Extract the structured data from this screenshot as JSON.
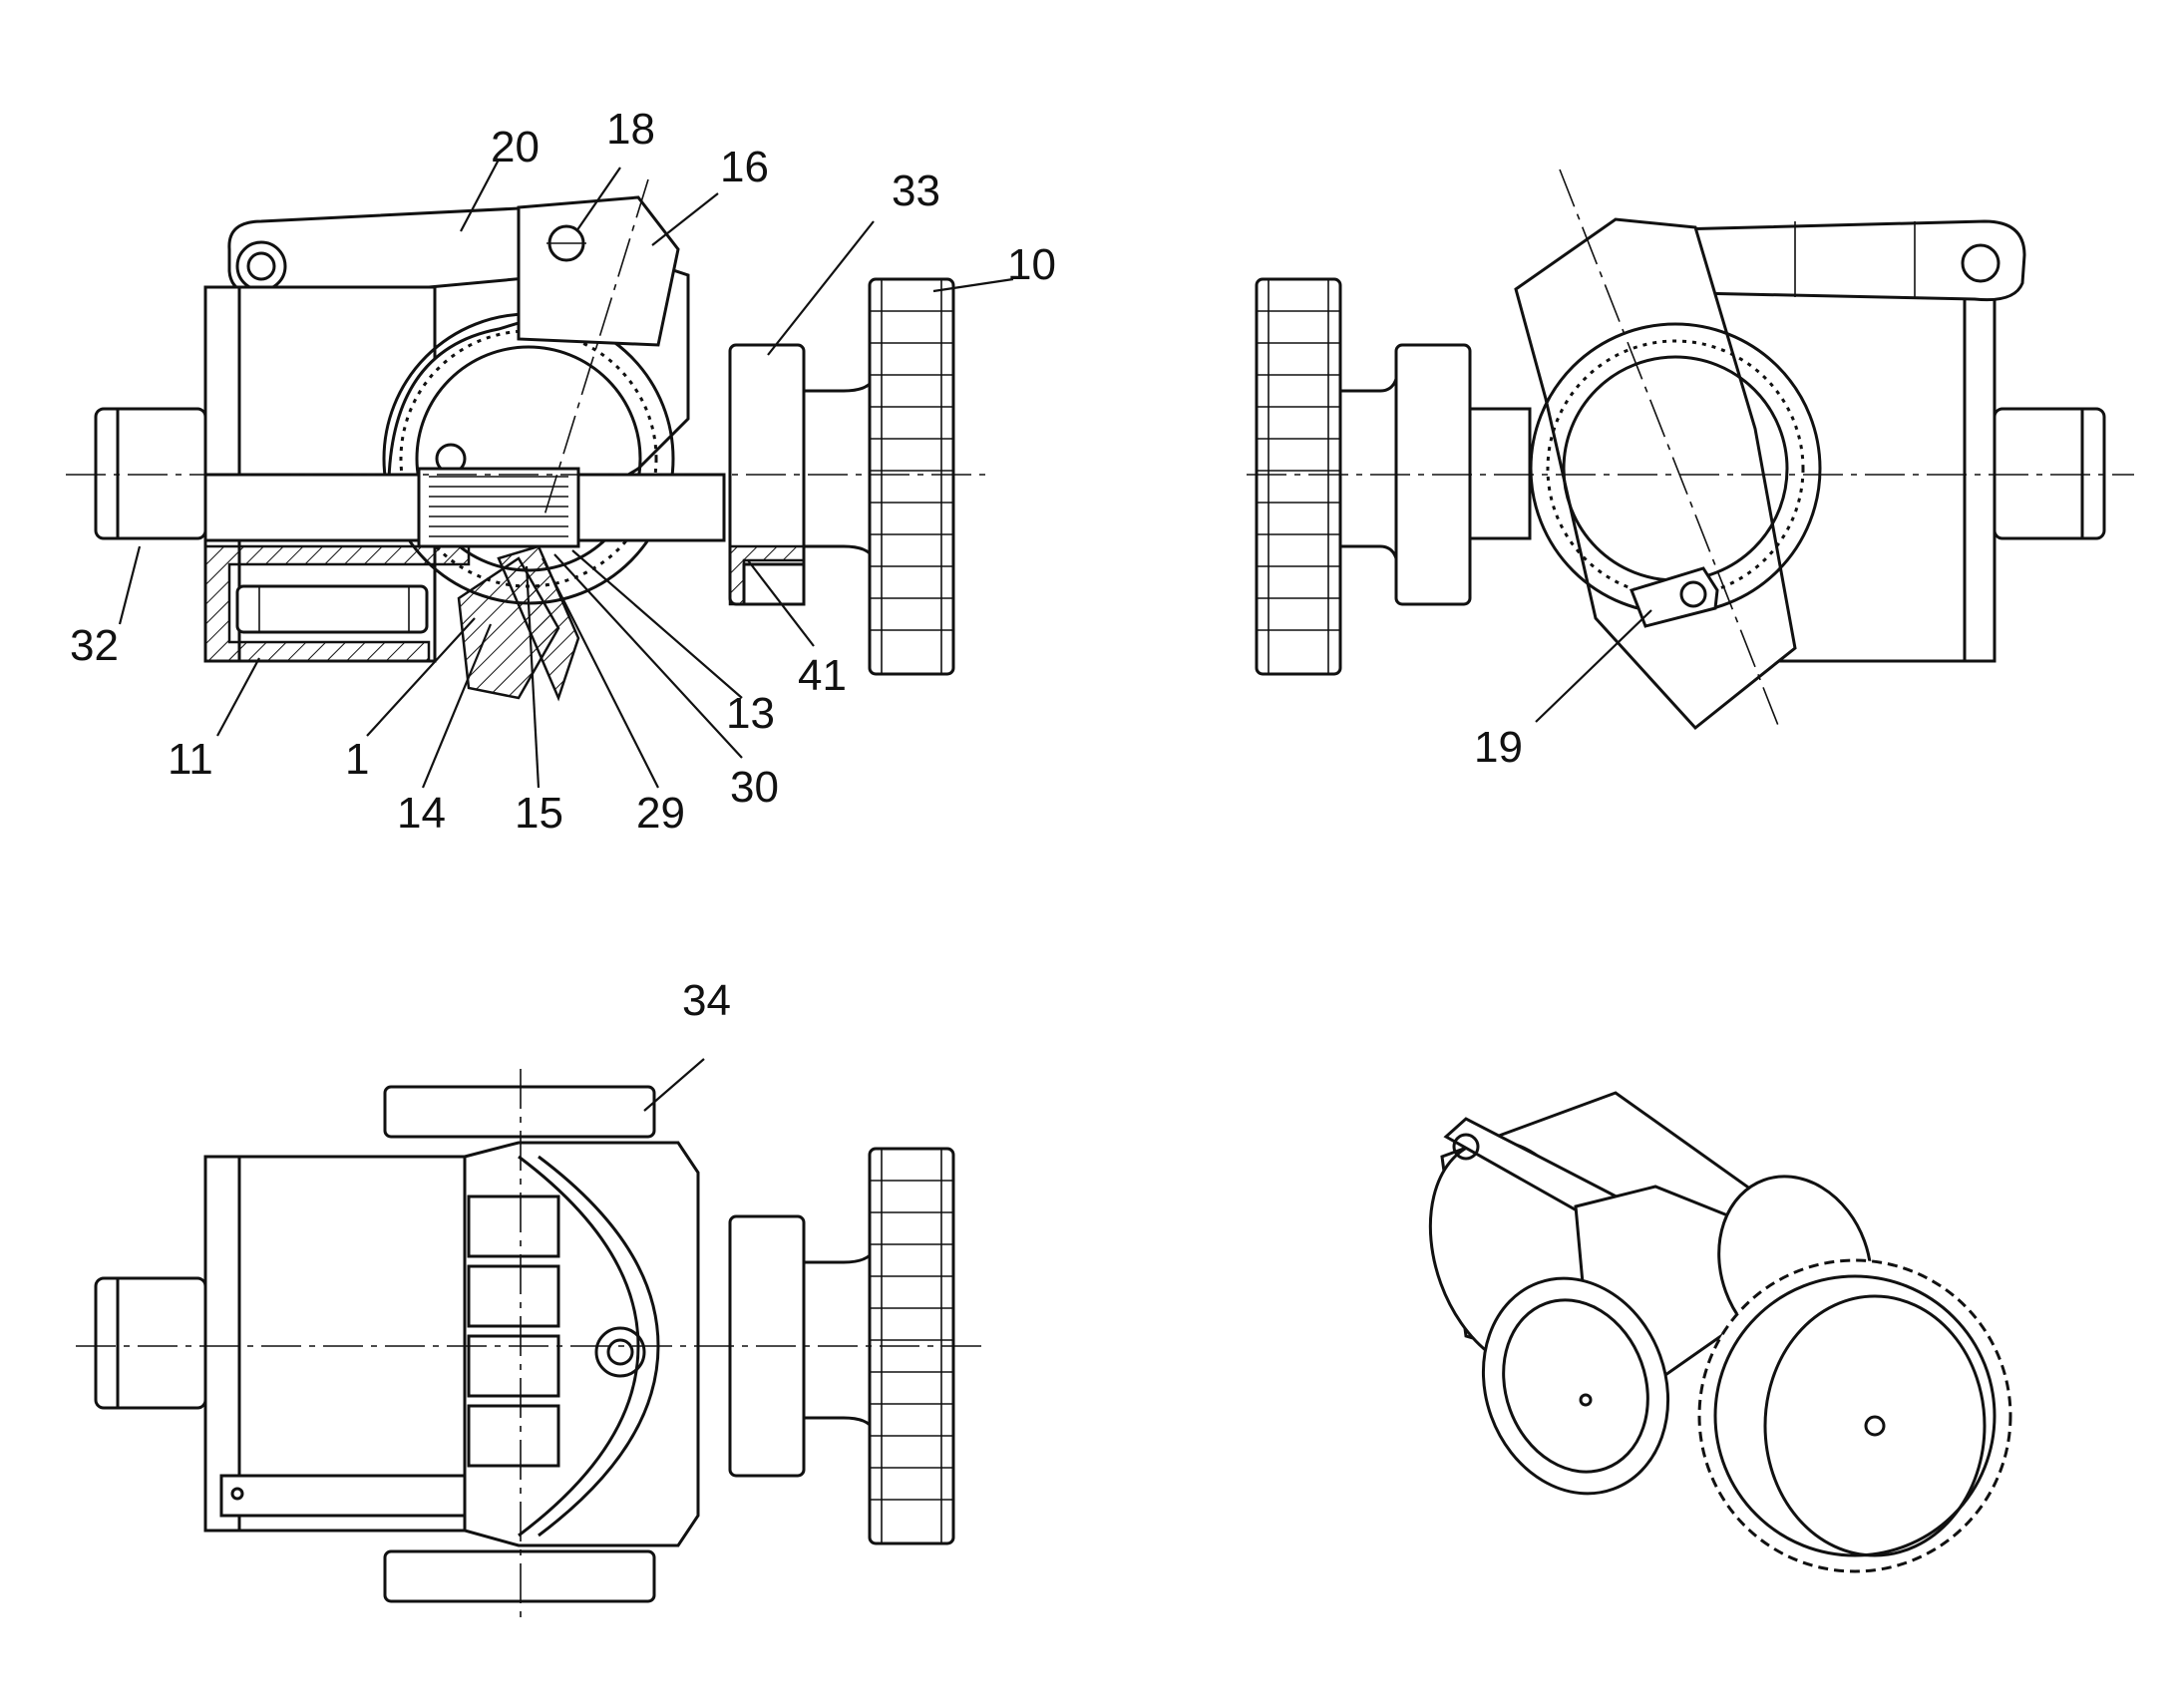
{
  "labels": {
    "l20": "20",
    "l18": "18",
    "l16": "16",
    "l33": "33",
    "l10": "10",
    "l32": "32",
    "l11": "11",
    "l1": "1",
    "l14": "14",
    "l15": "15",
    "l29": "29",
    "l30": "30",
    "l13": "13",
    "l41": "41",
    "l19": "19",
    "l34": "34"
  }
}
